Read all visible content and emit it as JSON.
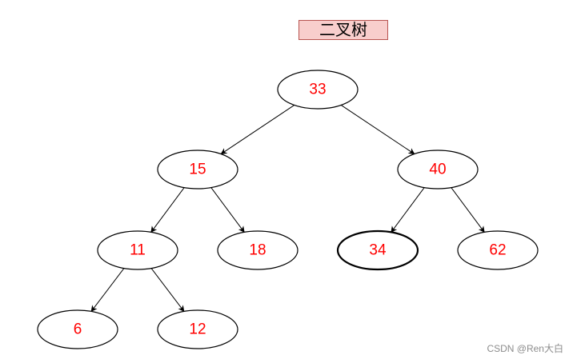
{
  "title": "二叉树",
  "nodes": [
    {
      "id": "n33",
      "label": "33"
    },
    {
      "id": "n15",
      "label": "15"
    },
    {
      "id": "n40",
      "label": "40"
    },
    {
      "id": "n11",
      "label": "11"
    },
    {
      "id": "n18",
      "label": "18"
    },
    {
      "id": "n34",
      "label": "34",
      "highlighted": true
    },
    {
      "id": "n62",
      "label": "62"
    },
    {
      "id": "n6",
      "label": "6"
    },
    {
      "id": "n12",
      "label": "12"
    }
  ],
  "edges": [
    {
      "from": "n33",
      "to": "n15"
    },
    {
      "from": "n33",
      "to": "n40"
    },
    {
      "from": "n15",
      "to": "n11"
    },
    {
      "from": "n15",
      "to": "n18"
    },
    {
      "from": "n40",
      "to": "n34"
    },
    {
      "from": "n40",
      "to": "n62"
    },
    {
      "from": "n11",
      "to": "n6"
    },
    {
      "from": "n11",
      "to": "n12"
    }
  ],
  "colors": {
    "node_text": "#ff0000",
    "title_fill": "#f8cecc",
    "title_border": "#b85450"
  },
  "watermark": "CSDN @Ren大白"
}
